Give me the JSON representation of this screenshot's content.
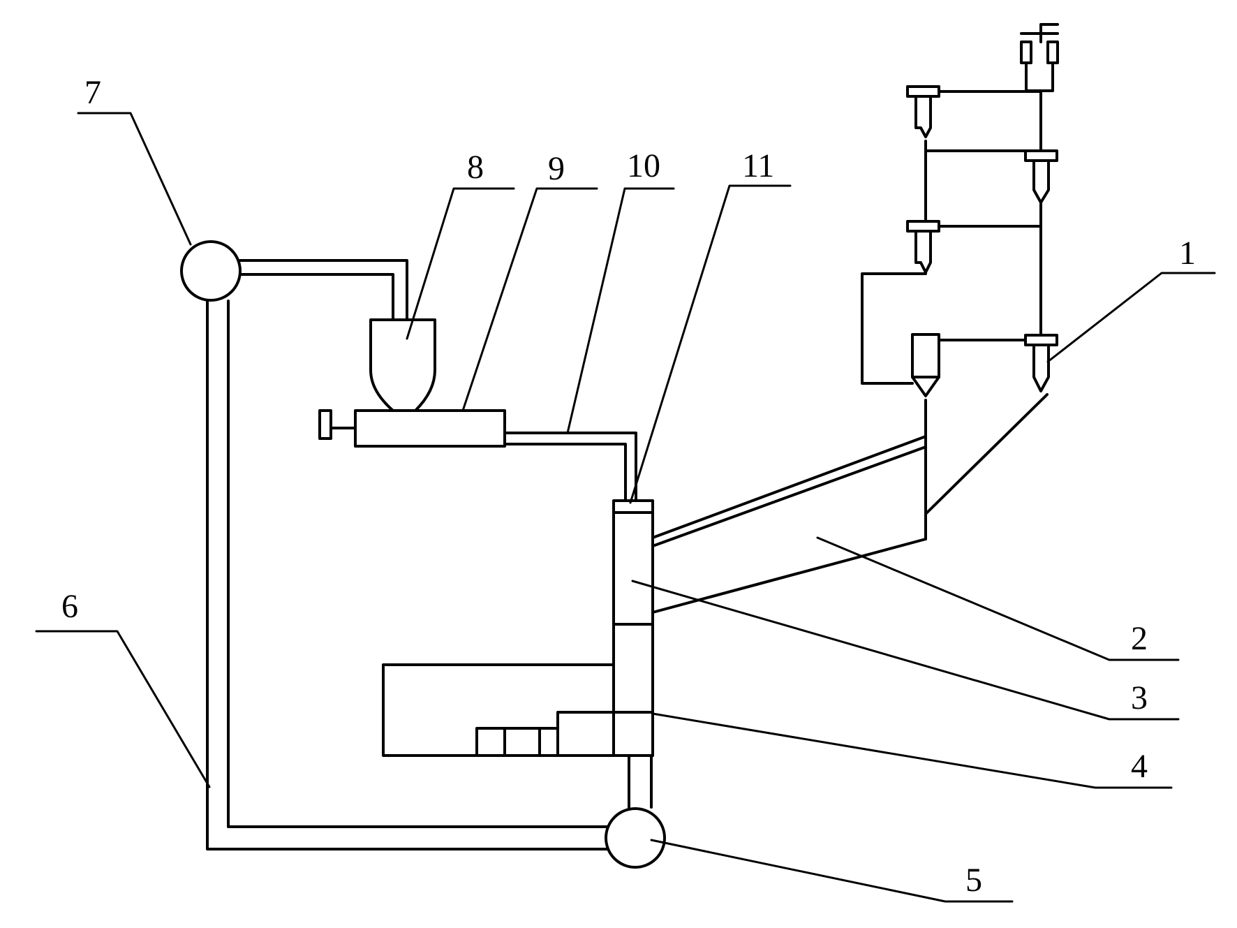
{
  "figure": {
    "labels": {
      "l1": "1",
      "l2": "2",
      "l3": "3",
      "l4": "4",
      "l5": "5",
      "l6": "6",
      "l7": "7",
      "l8": "8",
      "l9": "9",
      "l10": "10",
      "l11": "11"
    }
  },
  "style": {
    "ink": "#000000",
    "paper": "#ffffff"
  }
}
